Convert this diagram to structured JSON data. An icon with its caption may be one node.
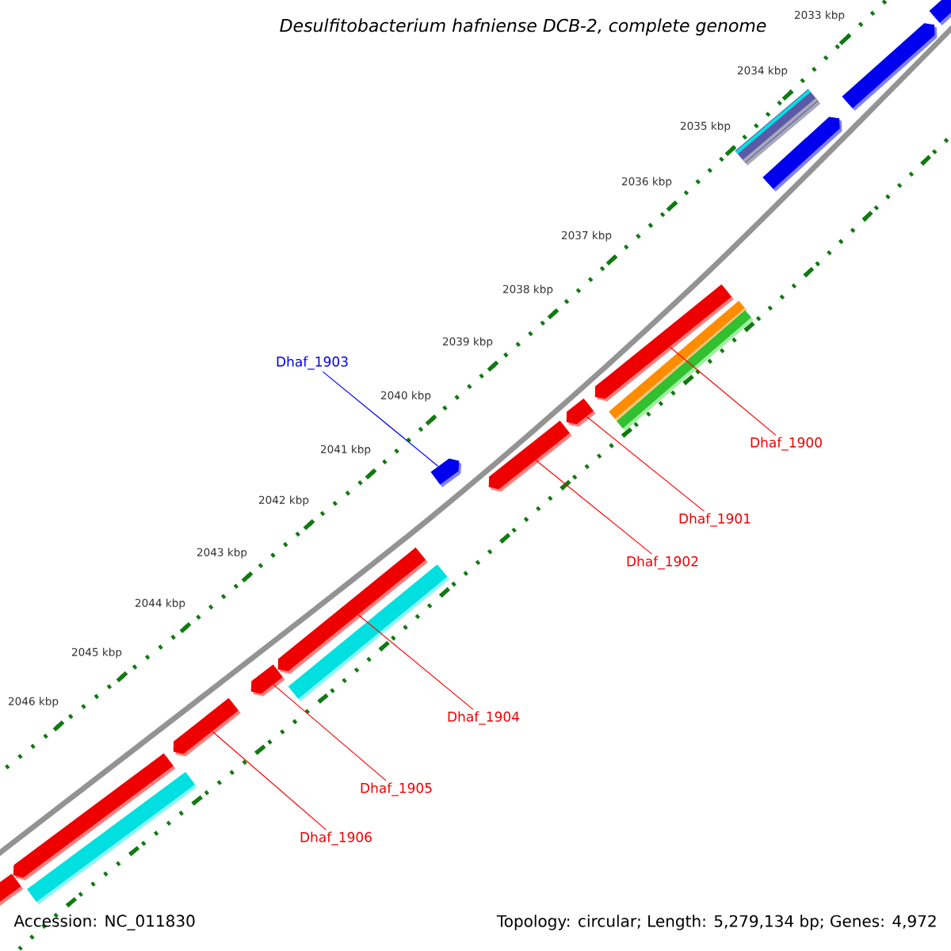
{
  "diagram": {
    "title": "*Desulfitobacterium hafniense* DCB-2, complete genome",
    "nodes": [
      {
        "text": [],
        "shape": "pentagon"
      },
      {
        "text": [],
        "shape": "pentagon"
      },
      {
        "text": [],
        "shape": "bar"
      },
      {
        "text": [],
        "shape": "pentagon"
      },
      {
        "text": [],
        "shape": "pentagon"
      },
      {
        "text": [],
        "shape": "bar"
      },
      {
        "text": [],
        "shape": "bar"
      },
      {
        "text": [
          "Dhaf_1903"
        ]
      },
      {
        "text": [],
        "shape": "pentagon"
      },
      {
        "text": [],
        "shape": "pentagon"
      },
      {
        "text": [
          "Dhaf_1900"
        ]
      },
      {
        "text": [],
        "shape": "pentagon"
      },
      {
        "text": [
          "Dhaf_1901"
        ]
      },
      {
        "text": [
          "Dhaf_1902"
        ]
      },
      {
        "text": [],
        "shape": "pentagon"
      },
      {
        "text": [],
        "shape": "bar"
      },
      {
        "text": [],
        "shape": "pentagon"
      },
      {
        "text": [
          "Dhaf_1904"
        ]
      },
      {
        "text": [
          "Dhaf_1905"
        ]
      },
      {
        "text": [],
        "shape": "pentagon"
      },
      {
        "text": [],
        "shape": "pentagon"
      },
      {
        "text": [
          "Dhaf_1906"
        ]
      },
      {
        "text": [],
        "shape": "bar"
      },
      {
        "text": [],
        "shape": "pentagon"
      }
    ],
    "edges": [
      {
        "from": 7,
        "to": 9,
        "arrow": "none",
        "color": "#0000ff"
      },
      {
        "from": 10,
        "to": 4,
        "arrow": "none"
      },
      {
        "from": 12,
        "to": 8,
        "arrow": "none"
      },
      {
        "from": 13,
        "to": 11,
        "arrow": "none"
      },
      {
        "from": 17,
        "to": 14,
        "arrow": "none"
      },
      {
        "from": 18,
        "to": 16,
        "arrow": "none"
      },
      {
        "from": 21,
        "to": 19,
        "arrow": "none"
      }
    ],
    "labels": [
      "2033 kbp",
      "2034 kbp",
      "2035 kbp",
      "2036 kbp",
      "2037 kbp",
      "2038 kbp",
      "2039 kbp",
      "2040 kbp",
      "2041 kbp",
      "2042 kbp",
      "2043 kbp",
      "2044 kbp",
      "2045 kbp",
      "2046 kbp",
      "Accession: NC_011830",
      "Topology: circular; Length: 5,279,134 bp; Genes: 4,972"
    ]
  }
}
